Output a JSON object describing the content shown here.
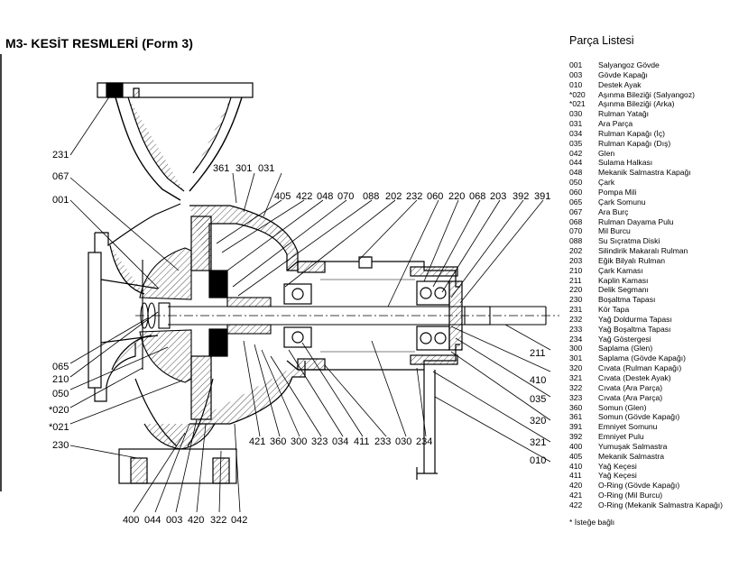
{
  "title": "M3- KESİT RESMLERİ (Form 3)",
  "parts_list": {
    "heading": "Parça Listesi",
    "items": [
      {
        "code": "001",
        "name": "Salyangoz Gövde"
      },
      {
        "code": "003",
        "name": "Gövde Kapağı"
      },
      {
        "code": "010",
        "name": "Destek Ayak"
      },
      {
        "code": "*020",
        "name": "Aşınma Bileziği (Salyangoz)"
      },
      {
        "code": "*021",
        "name": "Aşınma Bileziği (Arka)"
      },
      {
        "code": "030",
        "name": "Rulman Yatağı"
      },
      {
        "code": "031",
        "name": "Ara Parça"
      },
      {
        "code": "034",
        "name": "Rulman Kapağı (İç)"
      },
      {
        "code": "035",
        "name": "Rulman Kapağı (Dış)"
      },
      {
        "code": "042",
        "name": "Glen"
      },
      {
        "code": "044",
        "name": "Sulama Halkası"
      },
      {
        "code": "048",
        "name": "Mekanik Salmastra Kapağı"
      },
      {
        "code": "050",
        "name": "Çark"
      },
      {
        "code": "060",
        "name": "Pompa Mili"
      },
      {
        "code": "065",
        "name": "Çark Somunu"
      },
      {
        "code": "067",
        "name": "Ara Burç"
      },
      {
        "code": "068",
        "name": "Rulman Dayama Pulu"
      },
      {
        "code": "070",
        "name": "Mil Burcu"
      },
      {
        "code": "088",
        "name": "Su Sıçratma Diski"
      },
      {
        "code": "202",
        "name": "Silindirik Makaralı Rulman"
      },
      {
        "code": "203",
        "name": "Eğik Bilyalı Rulman"
      },
      {
        "code": "210",
        "name": "Çark Kaması"
      },
      {
        "code": "211",
        "name": "Kaplin Kaması"
      },
      {
        "code": "220",
        "name": "Delik Segmanı"
      },
      {
        "code": "230",
        "name": "Boşaltma Tapası"
      },
      {
        "code": "231",
        "name": "Kör Tapa"
      },
      {
        "code": "232",
        "name": "Yağ Doldurma Tapası"
      },
      {
        "code": "233",
        "name": "Yağ Boşaltma Tapası"
      },
      {
        "code": "234",
        "name": "Yağ Göstergesi"
      },
      {
        "code": "300",
        "name": "Saplama (Glen)"
      },
      {
        "code": "301",
        "name": "Saplama (Gövde Kapağı)"
      },
      {
        "code": "320",
        "name": "Cıvata (Rulman Kapağı)"
      },
      {
        "code": "321",
        "name": "Cıvata (Destek Ayak)"
      },
      {
        "code": "322",
        "name": "Cıvata (Ara Parça)"
      },
      {
        "code": "323",
        "name": "Cıvata (Ara Parça)"
      },
      {
        "code": "360",
        "name": "Somun (Glen)"
      },
      {
        "code": "361",
        "name": "Somun (Gövde Kapağı)"
      },
      {
        "code": "391",
        "name": "Emniyet Somunu"
      },
      {
        "code": "392",
        "name": "Emniyet Pulu"
      },
      {
        "code": "400",
        "name": "Yumuşak Salmastra"
      },
      {
        "code": "405",
        "name": "Mekanik Salmastra"
      },
      {
        "code": "410",
        "name": "Yağ Keçesi"
      },
      {
        "code": "411",
        "name": "Yağ Keçesi"
      },
      {
        "code": "420",
        "name": "O-Ring (Gövde Kapağı)"
      },
      {
        "code": "421",
        "name": "O-Ring (Mil Burcu)"
      },
      {
        "code": "422",
        "name": "O-Ring (Mekanik Salmastra Kapağı)"
      }
    ],
    "footnote": "* İsteğe bağlı"
  },
  "callouts": {
    "left": [
      "231",
      "067",
      "001",
      "065",
      "210",
      "050",
      "*020",
      "*021",
      "230"
    ],
    "top_small": [
      "361",
      "301",
      "031"
    ],
    "top": [
      "405",
      "422",
      "048",
      "070",
      "088",
      "202",
      "232",
      "060",
      "220",
      "068",
      "203",
      "392",
      "391"
    ],
    "right": [
      "211",
      "410",
      "035",
      "320",
      "321",
      "010"
    ],
    "bottom_mid": [
      "421",
      "360",
      "300",
      "323",
      "034",
      "411",
      "233",
      "030",
      "234"
    ],
    "bottom_left": [
      "400",
      "044",
      "003",
      "420",
      "322",
      "042"
    ]
  },
  "colors": {
    "ink": "#000000",
    "hatch": "#222222",
    "paper": "#ffffff"
  }
}
